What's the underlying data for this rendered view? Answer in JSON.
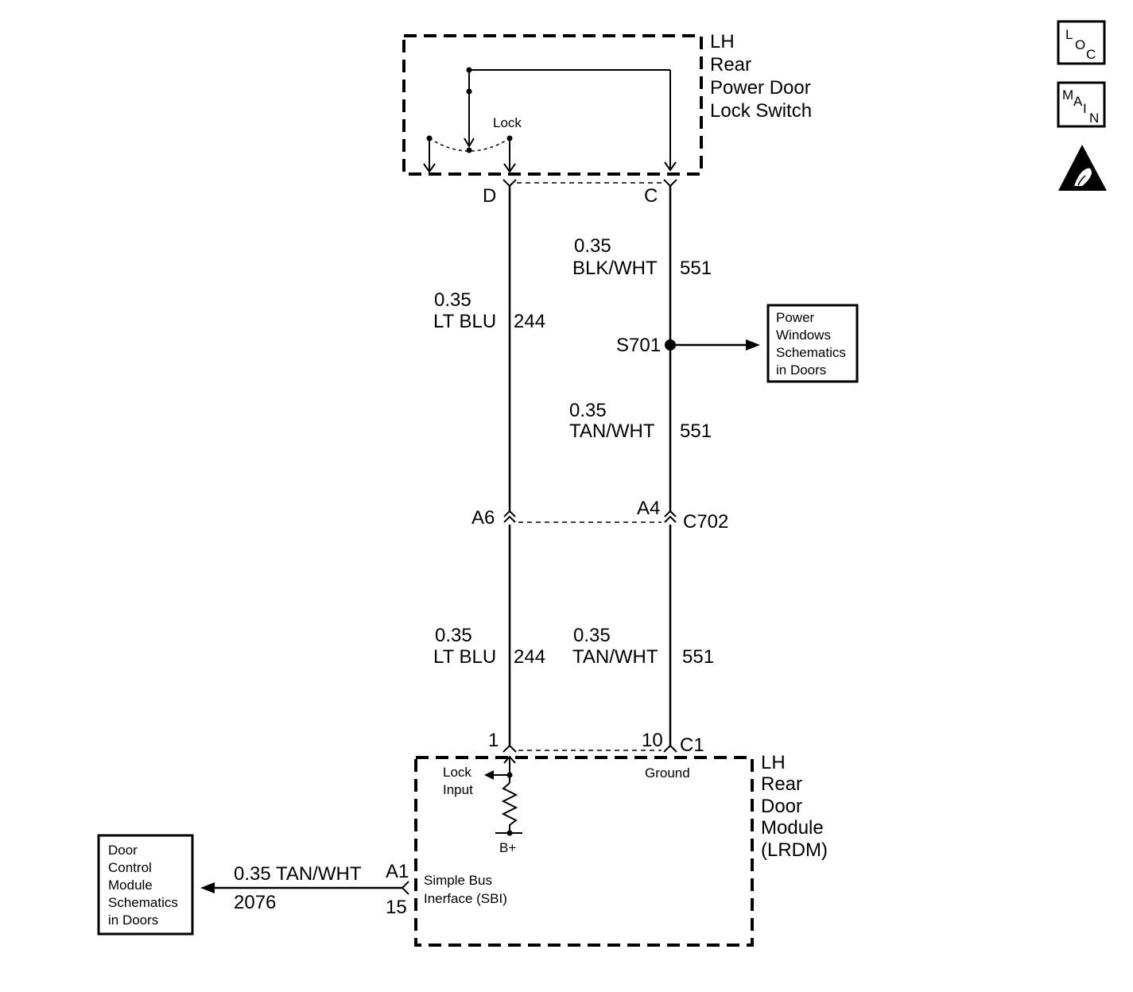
{
  "icons": {
    "loc": {
      "letters": [
        "L",
        "O",
        "C"
      ]
    },
    "main": {
      "letters": [
        "M",
        "A",
        "I",
        "N"
      ]
    },
    "esd": "esd-warning-icon"
  },
  "switch": {
    "label": [
      "LH",
      "Rear",
      "Power Door",
      "Lock Switch"
    ],
    "lock_label": "Lock",
    "pin_d": "D",
    "pin_c": "C"
  },
  "wires": {
    "upper_c": {
      "gauge": "0.35",
      "color": "BLK/WHT",
      "circuit": "551"
    },
    "upper_d": {
      "gauge": "0.35",
      "color": "LT BLU",
      "circuit": "244"
    },
    "mid_c": {
      "gauge": "0.35",
      "color": "TAN/WHT",
      "circuit": "551"
    },
    "lower_d": {
      "gauge": "0.35",
      "color": "LT BLU",
      "circuit": "244"
    },
    "lower_c": {
      "gauge": "0.35",
      "color": "TAN/WHT",
      "circuit": "551"
    },
    "sbi": {
      "label": "0.35 TAN/WHT",
      "circuit": "2076"
    }
  },
  "splice": {
    "id": "S701"
  },
  "power_windows_box": [
    "Power",
    "Windows",
    "Schematics",
    "in Doors"
  ],
  "connector_c702": {
    "id": "C702",
    "pin_left": "A6",
    "pin_right": "A4"
  },
  "connector_c1": {
    "id": "C1",
    "pin_left": "1",
    "pin_right": "10"
  },
  "module": {
    "label": [
      "LH",
      "Rear",
      "Door",
      "Module",
      "(LRDM)"
    ],
    "lock_input": [
      "Lock",
      "Input"
    ],
    "ground": "Ground",
    "bplus": "B+",
    "sbi": [
      "Simple Bus",
      "Inerface (SBI)"
    ],
    "pin_a1": "A1",
    "pin_15": "15"
  },
  "door_control_box": [
    "Door",
    "Control",
    "Module",
    "Schematics",
    "in Doors"
  ]
}
